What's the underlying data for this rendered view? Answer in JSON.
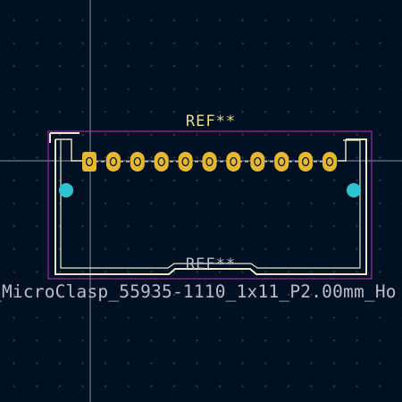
{
  "footprint": {
    "reference_top": "REF**",
    "reference_fab": "REF**",
    "value": "_MicroClasp_55935-1110_1x11_P2.00mm_Ho",
    "pin_count": 11
  },
  "colors": {
    "background": "#001023",
    "silkscreen": "#e8e8c8",
    "courtyard": "#c030c0",
    "pad": "#e8b82c",
    "drill_hole": "#2bc4d0",
    "crosshair": "#8a95a8",
    "reference_text": "#e8dc8a",
    "fab_text": "#b9bdc6"
  }
}
